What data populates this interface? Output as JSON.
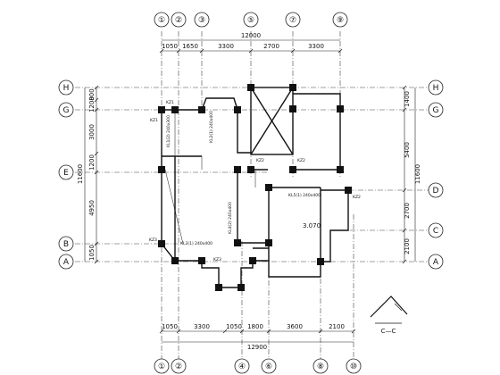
{
  "grid": {
    "top_labels": [
      "①",
      "②",
      "③",
      "⑤",
      "⑦",
      "⑨"
    ],
    "bottom_labels": [
      "①",
      "②",
      "④",
      "⑥",
      "⑧",
      "⑩"
    ],
    "left_labels": [
      "H",
      "G",
      "E",
      "B",
      "A"
    ],
    "right_labels": [
      "H",
      "G",
      "D",
      "C",
      "A"
    ]
  },
  "dimensions": {
    "top_total": "12000",
    "top_segments": [
      "1050",
      "1650",
      "3300",
      "2700",
      "3300"
    ],
    "bottom_total": "12900",
    "bottom_segments": [
      "1050",
      "3300",
      "1050",
      "1800",
      "3600",
      "2100"
    ],
    "left_total": "11600",
    "left_segments": [
      "800",
      "1200",
      "3000",
      "1200",
      "4950",
      "1050"
    ],
    "right_total": "11600",
    "right_segments": [
      "1400",
      "5400",
      "2700",
      "2100"
    ]
  },
  "annotations": {
    "kz1_a": "KZ1",
    "kz1_b": "KZ1",
    "kz2": "KZ2",
    "kz3": "KZ3",
    "kz2_mid": "KZ2",
    "kz2_right": "KZ2",
    "kz3_left": "KZ3",
    "beam_a": "KL1(2) 240x300",
    "beam_b": "KL2(1) 240x400",
    "beam_c": "KL3(1) 240x400",
    "beam_d": "KL4(2) 240x400",
    "beam_e": "KL5(1) 240x400",
    "elev": "3.070",
    "section": "C—C"
  }
}
